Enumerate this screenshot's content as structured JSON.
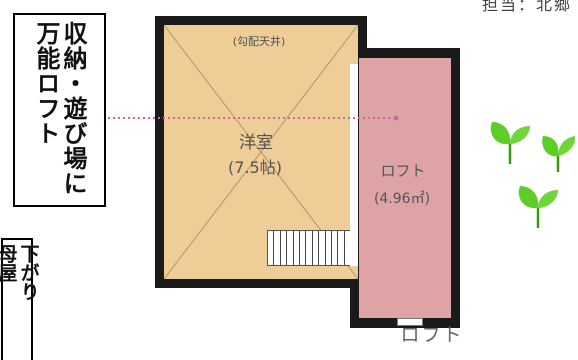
{
  "credit": "担当：北郷",
  "promo": {
    "col1": "収納・遊び場に",
    "col2": "万能ロフト"
  },
  "note": {
    "col1": "下がり",
    "col2": "母屋"
  },
  "plan": {
    "ceiling_note": "(勾配天井)",
    "room_name": "洋室",
    "room_size": "(7.5帖)",
    "loft_name": "ロフト",
    "loft_size": "(4.96㎡)",
    "loft_label_below": "ロフト"
  },
  "colors": {
    "room": "#efcd97",
    "loft": "#dea4a5",
    "wall": "#1a1a1a",
    "arrow": "#d0679a",
    "leaf": "#5fcd28"
  }
}
